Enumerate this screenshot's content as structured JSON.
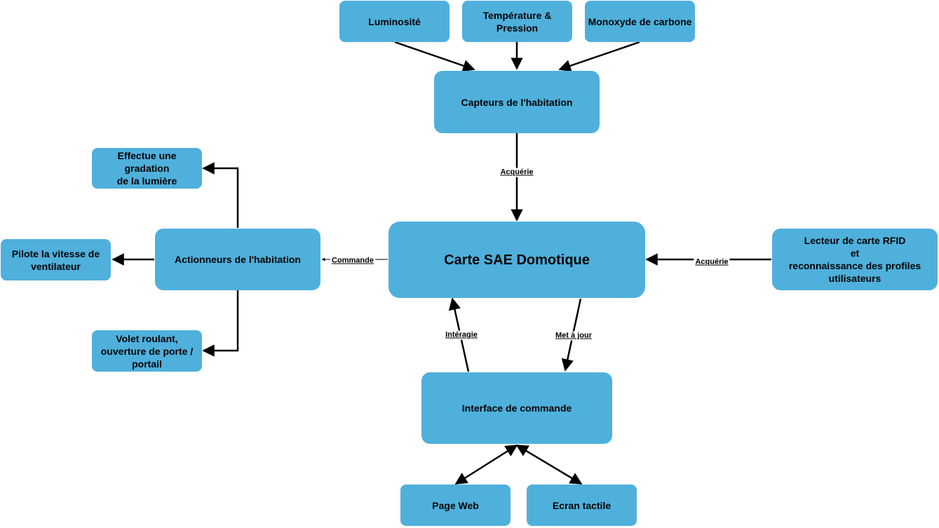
{
  "nodes": {
    "luminosite": "Luminosité",
    "temperature": "Température &\nPression",
    "monoxyde": "Monoxyde de carbone",
    "capteurs": "Capteurs de l'habitation",
    "carte": "Carte SAE Domotique",
    "actionneurs": "Actionneurs de l'habitation",
    "gradation": "Effectue une gradation\nde la lumière",
    "ventilateur": "Pilote la vitesse de\nventilateur",
    "volet": "Volet roulant,\nouverture de porte /\nportail",
    "rfid": "Lecteur de carte RFID\net\nreconnaissance des profiles\nutilisateurs",
    "interface": "Interface de commande",
    "pageweb": "Page Web",
    "ecran": "Ecran tactile"
  },
  "edges": {
    "acquerie_capteurs": "Acquérie",
    "commande": "Commande",
    "acquerie_rfid": "Acquérie",
    "interagie": "Intéragie",
    "met_a_jour": "Met à jour"
  },
  "colors": {
    "node_fill": "#4fb0dc",
    "edge": "#000000"
  }
}
